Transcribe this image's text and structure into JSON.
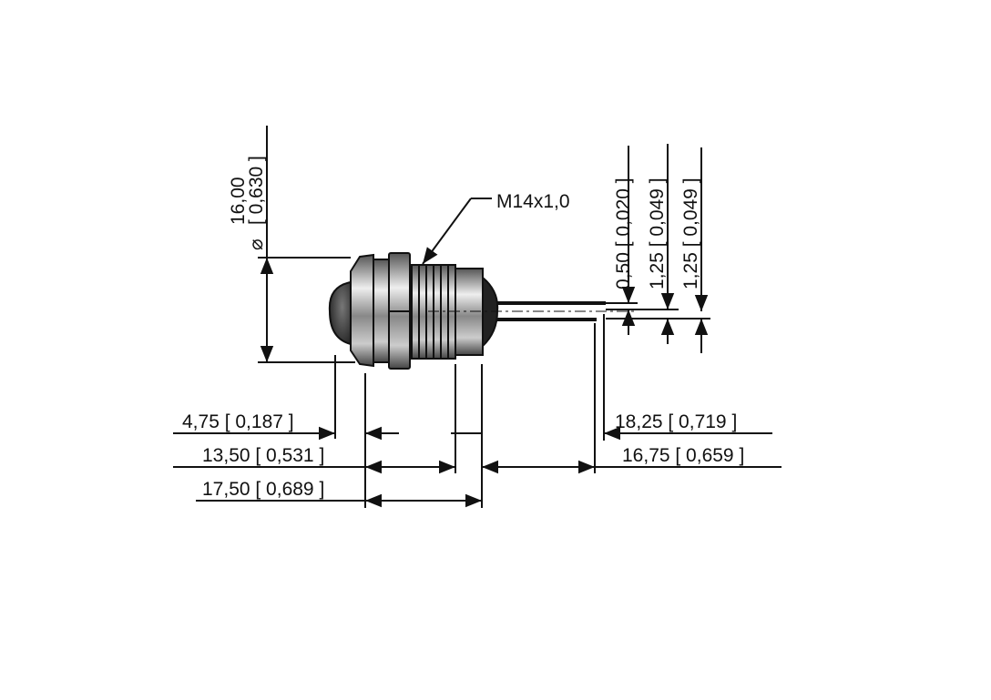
{
  "diagram": {
    "diameter": {
      "symbol": "⌀",
      "value": "16,00",
      "inch": "[ 0,630 ]"
    },
    "thread_label": "M14x1,0",
    "dimensions": {
      "d1": "4,75 [ 0,187 ]",
      "d2": "13,50 [ 0,531 ]",
      "d3": "17,50 [ 0,689 ]",
      "d4": "18,25 [ 0,719 ]",
      "d5": "16,75 [ 0,659 ]",
      "lead_thickness": "0,50 [ 0,020 ]",
      "lead_spacing_1": "1,25 [ 0,049 ]",
      "lead_spacing_2": "1,25 [ 0,049 ]"
    },
    "colors": {
      "line": "#111111",
      "metal": "#9a9a9a",
      "dark": "#2a2a2a"
    }
  }
}
